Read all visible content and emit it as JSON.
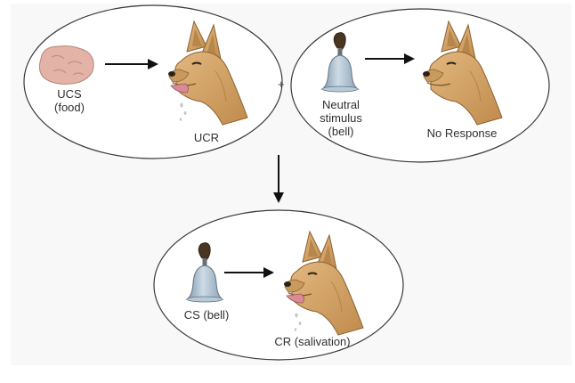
{
  "diagram": {
    "top_left": {
      "stimulus_label_line1": "UCS",
      "stimulus_label_line2": "(food)",
      "response_label": "UCR",
      "stimulus_icon": "food-icon",
      "response_icon": "salivating-dog-icon"
    },
    "plus_sign": "+",
    "top_right": {
      "stimulus_label_line1": "Neutral",
      "stimulus_label_line2": "stimulus",
      "stimulus_label_line3": "(bell)",
      "response_label": "No Response",
      "stimulus_icon": "bell-icon",
      "response_icon": "dog-icon"
    },
    "bottom": {
      "stimulus_label": "CS (bell)",
      "response_label": "CR (salivation)",
      "stimulus_icon": "bell-icon",
      "response_icon": "salivating-dog-icon"
    },
    "colors": {
      "background_panel": "#f8f8f8",
      "ellipse_fill": "#ffffff",
      "ellipse_stroke": "#3a3a3a",
      "dog_fur": "#d4a66c",
      "dog_shade": "#a8773c",
      "bell_body": "#9fb6c8",
      "bell_handle": "#4a3422",
      "food": "#e3b3a8"
    }
  }
}
